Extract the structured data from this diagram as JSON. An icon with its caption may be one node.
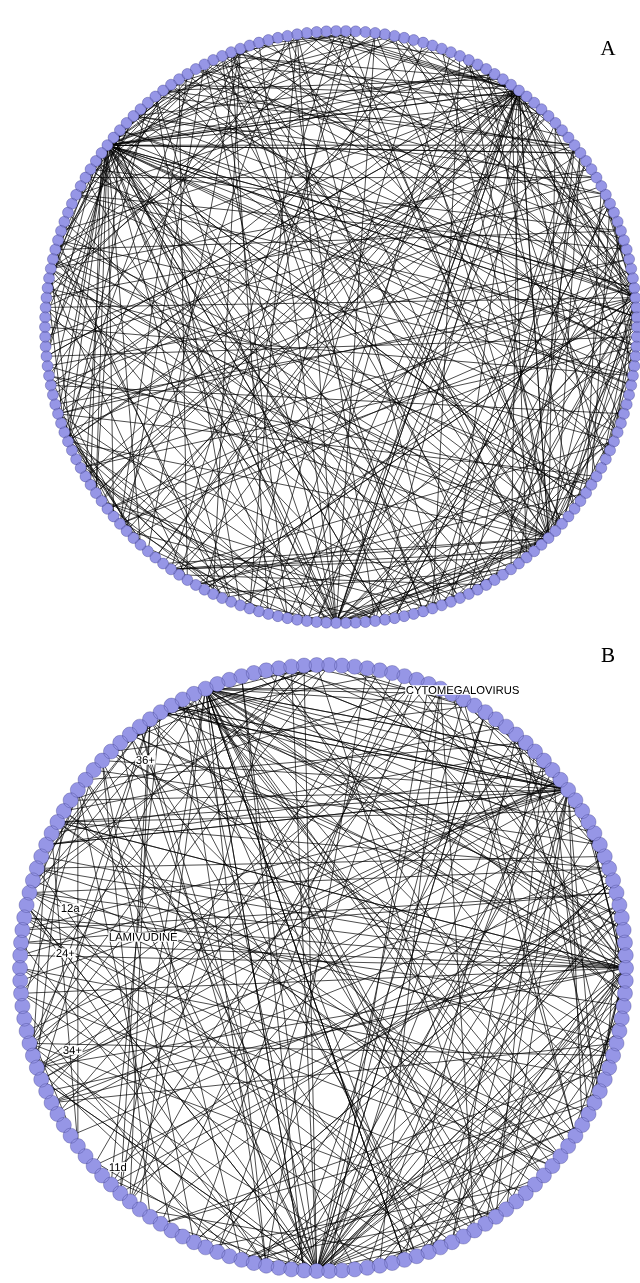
{
  "diagram": {
    "labels": [
      "A",
      "B",
      "CYTOMEGALOVIRUS",
      "36+",
      "12a",
      "LAMIVUDINE",
      "24+",
      "34+",
      "11d"
    ]
  }
}
